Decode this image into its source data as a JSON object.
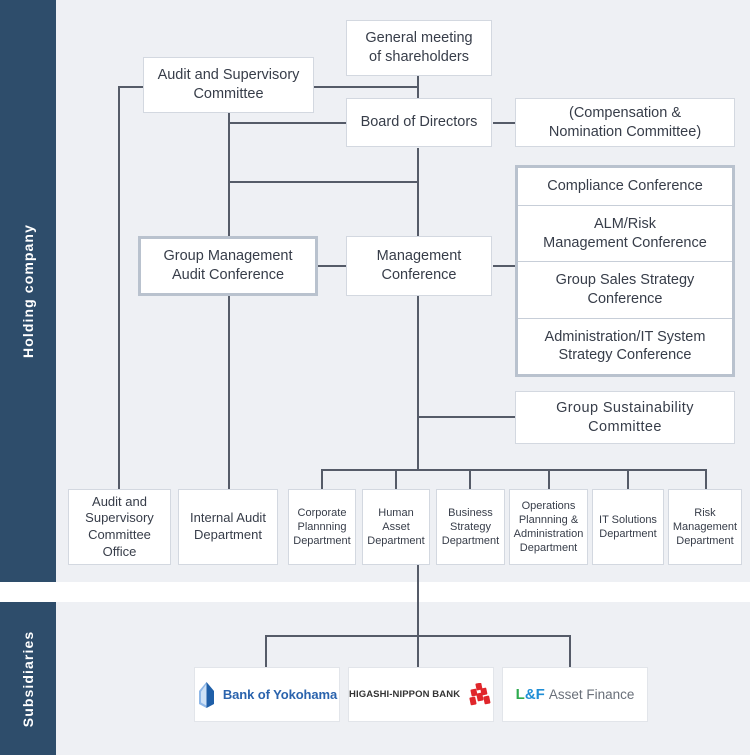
{
  "sections": [
    {
      "id": "holding",
      "label": "Holding company"
    },
    {
      "id": "subsidiaries",
      "label": "Subsidiaries"
    }
  ],
  "colors": {
    "rail": "#2e4d6b",
    "section_bg": "#eef0f4",
    "connector": "#555b68",
    "node_border": "#d3d8e0",
    "highlight_border": "#b9c2ce",
    "text": "#373d49",
    "yokohama_blue": "#2a63ad",
    "higashi_red": "#e0262b",
    "lf_green": "#2eab4f",
    "lf_blue": "#1f8ed6",
    "lf_gray": "#6a707a"
  },
  "nodes": {
    "general_meeting": "General meeting\nof shareholders",
    "board_of_directors": "Board of Directors",
    "audit_supervisory_committee": "Audit and Supervisory\nCommittee",
    "compensation_nomination": "(Compensation &\nNomination Committee)",
    "group_management_audit": "Group Management\nAudit Conference",
    "management_conference": "Management\nConference",
    "group_sustainability": "Group Sustainability\nCommittee"
  },
  "conference_stack": [
    "Compliance Conference",
    "ALM/Risk\nManagement Conference",
    "Group Sales Strategy\nConference",
    "Administration/IT System\nStrategy Conference"
  ],
  "departments": [
    "Audit and\nSupervisory\nCommittee Office",
    "Internal Audit\nDepartment",
    "Corporate\nPlannning\nDepartment",
    "Human\nAsset\nDepartment",
    "Business\nStrategy\nDepartment",
    "Operations\nPlannning &\nAdministration\nDepartment",
    "IT Solutions\nDepartment",
    "Risk\nManagement\nDepartment"
  ],
  "subsidiaries": [
    {
      "name": "Bank of Yokohama",
      "mark": "yokohama-leaf-mark"
    },
    {
      "name": "HIGASHI-NIPPON BANK",
      "mark": "higashi-nippon-cluster-mark"
    },
    {
      "name": "L&F Asset Finance",
      "mark": "lf-wordmark",
      "part_a": "L",
      "part_b": "&F",
      "part_c": "Asset Finance"
    }
  ]
}
